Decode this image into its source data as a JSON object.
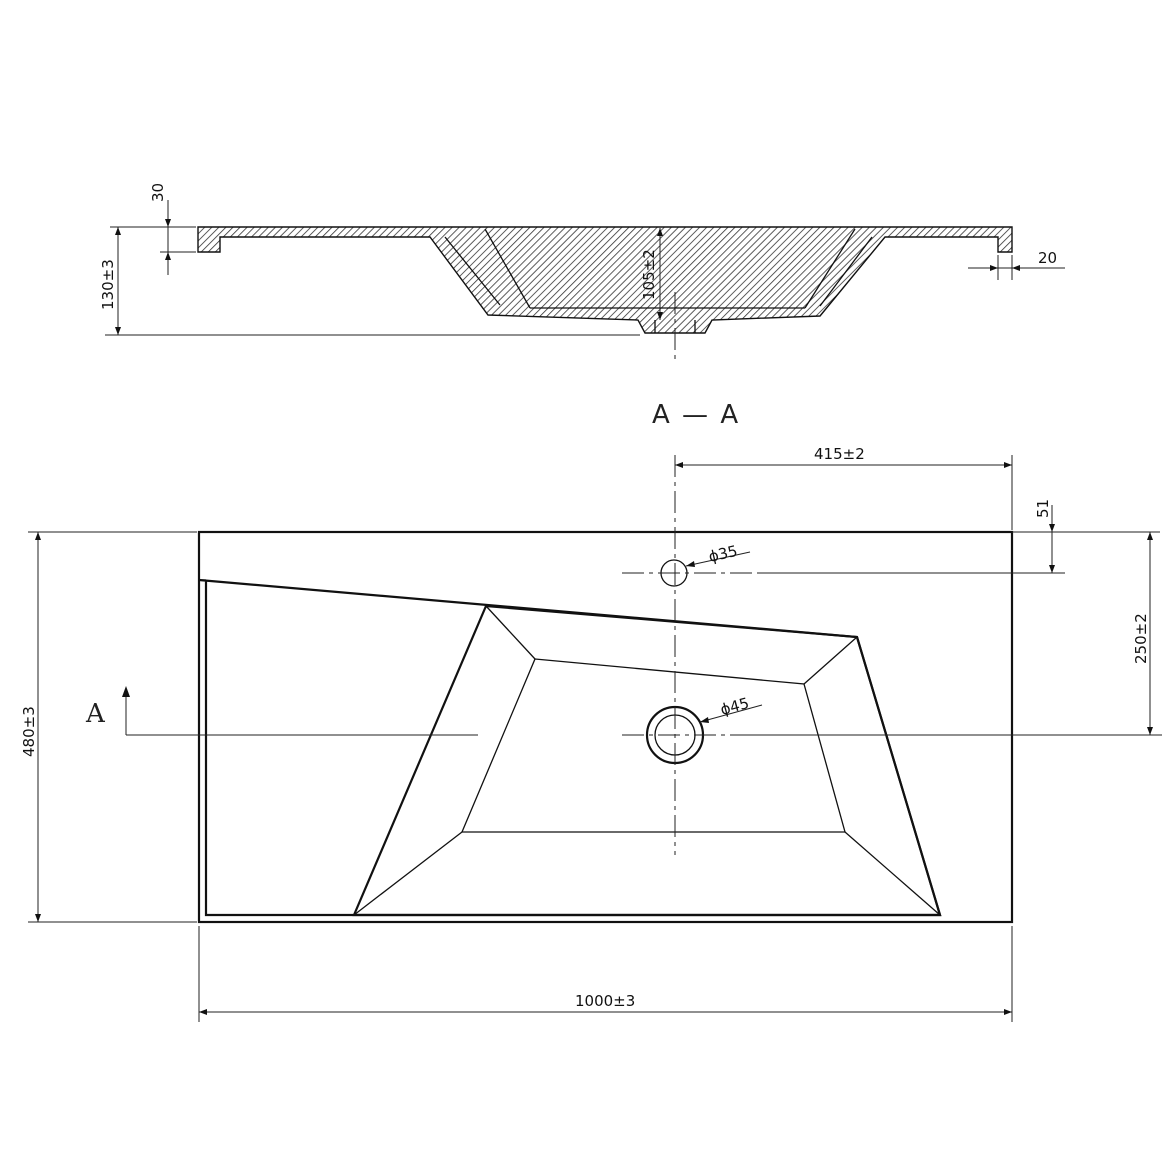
{
  "section_label": "A — A",
  "section_marker": "A",
  "dimensions": {
    "rim_thickness": "30",
    "total_height": "130±3",
    "bowl_depth": "105±2",
    "edge_width": "20",
    "tap_offset": "415±2",
    "tap_from_back": "51",
    "tap_hole": "ϕ35",
    "drain_hole": "ϕ45",
    "drain_from_back": "250±2",
    "depth": "480±3",
    "width": "1000±3"
  }
}
